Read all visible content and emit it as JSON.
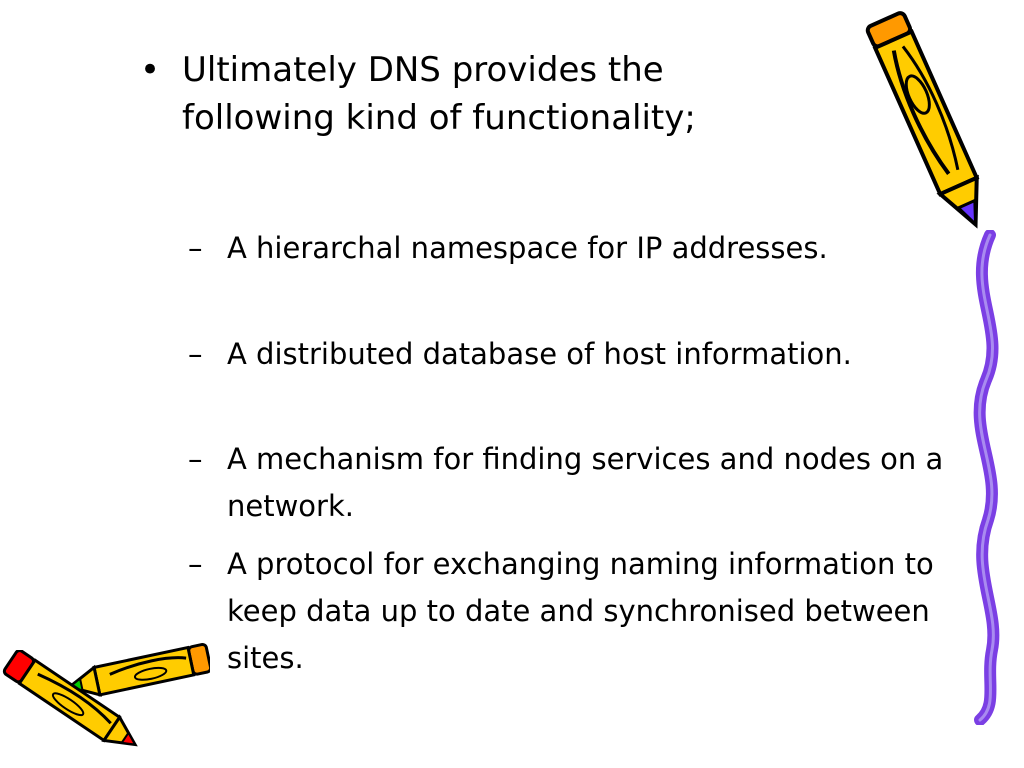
{
  "slide": {
    "bullet_marker": "•",
    "sub_marker": "–",
    "main_bullet": "Ultimately DNS provides the following kind of functionality;",
    "sub_items": [
      "A hierarchal namespace for IP addresses.",
      "A distributed database of host information.",
      "A mechanism for finding services and nodes on a network.",
      "A protocol for exchanging naming information to keep data up to date and synchronised between sites."
    ]
  },
  "colors": {
    "background": "#ffffff",
    "text": "#000000",
    "pencil_body": "#FFCC00",
    "pencil_accent": "#FF9900",
    "pencil_red": "#FF0000",
    "pencil_green": "#00CC00",
    "pencil_purple": "#6633FF",
    "ribbon": "#7B3FE4"
  },
  "icons": [
    "pencil-icon",
    "pencil-icon",
    "pencil-icon",
    "ribbon-decoration"
  ]
}
